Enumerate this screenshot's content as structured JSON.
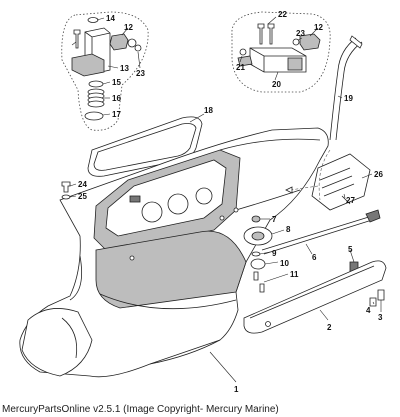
{
  "caption": "MercuryPartsOnline v2.5.1 (Image Copyright- Mercury Marine)",
  "callouts": [
    "1",
    "2",
    "3",
    "4",
    "5",
    "6",
    "7",
    "8",
    "9",
    "10",
    "11",
    "12",
    "12",
    "13",
    "14",
    "15",
    "16",
    "17",
    "18",
    "19",
    "20",
    "21",
    "22",
    "23",
    "23",
    "24",
    "25",
    "26",
    "27"
  ],
  "colors": {
    "line": "#222222",
    "shade": "#bdbdbd",
    "dark": "#777777",
    "background": "#ffffff"
  }
}
